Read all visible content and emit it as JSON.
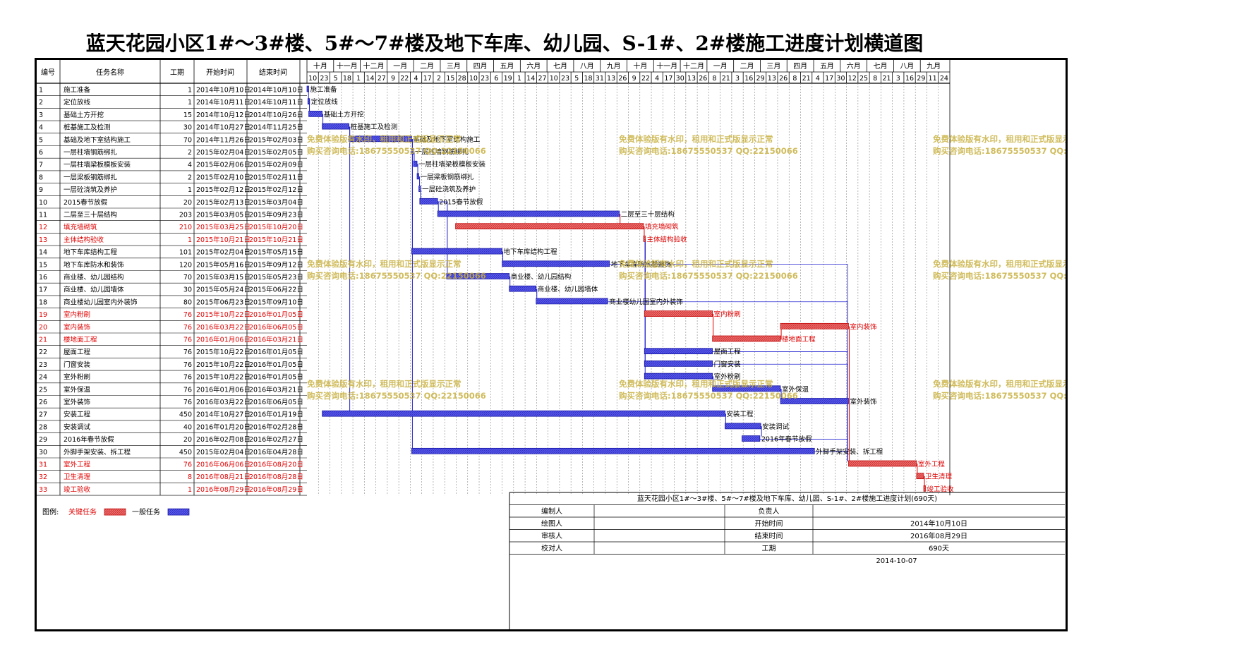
{
  "title": "蓝天花园小区1#～3#楼、5#～7#楼及地下车库、幼儿园、S-1#、2#楼施工进度计划横道图",
  "table_headers": [
    "编号",
    "任务名称",
    "工期",
    "开始时间",
    "结束时间"
  ],
  "timeline": {
    "months": [
      "十月",
      "十一月",
      "十二月",
      "一月",
      "二月",
      "三月",
      "四月",
      "五月",
      "六月",
      "七月",
      "八月",
      "九月",
      "十月",
      "十一月",
      "十二月",
      "一月",
      "二月",
      "三月",
      "四月",
      "五月",
      "六月",
      "七月",
      "八月",
      "九月"
    ],
    "day_ticks": [
      "10",
      "23",
      "5",
      "18",
      "1",
      "14",
      "27",
      "9",
      "22",
      "4",
      "17",
      "2",
      "15",
      "28",
      "10",
      "23",
      "6",
      "19",
      "1",
      "14",
      "27",
      "10",
      "23",
      "5",
      "18",
      "31",
      "13",
      "26",
      "9",
      "22",
      "4",
      "17",
      "30",
      "13",
      "26",
      "8",
      "21",
      "3",
      "16",
      "29",
      "13",
      "26",
      "8",
      "21",
      "4",
      "17",
      "30",
      "12",
      "25",
      "8",
      "21",
      "3",
      "16",
      "29",
      "11",
      "24"
    ],
    "critical_color": "#f26b6b",
    "normal_color": "#5a5af0",
    "critical_text_color": "#e00000"
  },
  "chart_data": {
    "type": "gantt",
    "x_axis": "date",
    "xlim": [
      "2014-10-10",
      "2016-09-24"
    ],
    "tasks": [
      {
        "id": "1",
        "name": "施工准备",
        "duration": "1",
        "start": "2014年10月10日",
        "end": "2014年10月10日",
        "start_iso": "2014-10-10",
        "end_iso": "2014-10-10",
        "critical": false
      },
      {
        "id": "2",
        "name": "定位放线",
        "duration": "1",
        "start": "2014年10月11日",
        "end": "2014年10月11日",
        "start_iso": "2014-10-11",
        "end_iso": "2014-10-11",
        "critical": false
      },
      {
        "id": "3",
        "name": "基础土方开挖",
        "duration": "15",
        "start": "2014年10月12日",
        "end": "2014年10月26日",
        "start_iso": "2014-10-12",
        "end_iso": "2014-10-26",
        "critical": false
      },
      {
        "id": "4",
        "name": "桩基施工及检测",
        "duration": "30",
        "start": "2014年10月27日",
        "end": "2014年11月25日",
        "start_iso": "2014-10-27",
        "end_iso": "2014-11-25",
        "critical": false
      },
      {
        "id": "5",
        "name": "基础及地下室结构施工",
        "duration": "70",
        "start": "2014年11月26日",
        "end": "2015年02月03日",
        "start_iso": "2014-11-26",
        "end_iso": "2015-02-03",
        "critical": false
      },
      {
        "id": "6",
        "name": "一层柱墙钢筋绑扎",
        "duration": "2",
        "start": "2015年02月04日",
        "end": "2015年02月05日",
        "start_iso": "2015-02-04",
        "end_iso": "2015-02-05",
        "critical": false
      },
      {
        "id": "7",
        "name": "一层柱墙梁板模板安装",
        "duration": "4",
        "start": "2015年02月06日",
        "end": "2015年02月09日",
        "start_iso": "2015-02-06",
        "end_iso": "2015-02-09",
        "critical": false
      },
      {
        "id": "8",
        "name": "一层梁板钢筋绑扎",
        "duration": "2",
        "start": "2015年02月10日",
        "end": "2015年02月11日",
        "start_iso": "2015-02-10",
        "end_iso": "2015-02-11",
        "critical": false
      },
      {
        "id": "9",
        "name": "一层砼浇筑及养护",
        "duration": "1",
        "start": "2015年02月12日",
        "end": "2015年02月12日",
        "start_iso": "2015-02-12",
        "end_iso": "2015-02-12",
        "critical": false
      },
      {
        "id": "10",
        "name": "2015春节放假",
        "duration": "20",
        "start": "2015年02月13日",
        "end": "2015年03月04日",
        "start_iso": "2015-02-13",
        "end_iso": "2015-03-04",
        "critical": false
      },
      {
        "id": "11",
        "name": "二层至三十层结构",
        "duration": "203",
        "start": "2015年03月05日",
        "end": "2015年09月23日",
        "start_iso": "2015-03-05",
        "end_iso": "2015-09-23",
        "critical": false
      },
      {
        "id": "12",
        "name": "填充墙砌筑",
        "duration": "210",
        "start": "2015年03月25日",
        "end": "2015年10月20日",
        "start_iso": "2015-03-25",
        "end_iso": "2015-10-20",
        "critical": true
      },
      {
        "id": "13",
        "name": "主体结构验收",
        "duration": "1",
        "start": "2015年10月21日",
        "end": "2015年10月21日",
        "start_iso": "2015-10-21",
        "end_iso": "2015-10-21",
        "critical": true
      },
      {
        "id": "14",
        "name": "地下车库结构工程",
        "duration": "101",
        "start": "2015年02月04日",
        "end": "2015年05月15日",
        "start_iso": "2015-02-04",
        "end_iso": "2015-05-15",
        "critical": false
      },
      {
        "id": "15",
        "name": "地下车库防水和装饰",
        "duration": "120",
        "start": "2015年05月16日",
        "end": "2015年09月12日",
        "start_iso": "2015-05-16",
        "end_iso": "2015-09-12",
        "critical": false
      },
      {
        "id": "16",
        "name": "商业楼、幼儿园结构",
        "duration": "70",
        "start": "2015年03月15日",
        "end": "2015年05月23日",
        "start_iso": "2015-03-15",
        "end_iso": "2015-05-23",
        "critical": false
      },
      {
        "id": "17",
        "name": "商业楼、幼儿园墙体",
        "duration": "30",
        "start": "2015年05月24日",
        "end": "2015年06月22日",
        "start_iso": "2015-05-24",
        "end_iso": "2015-06-22",
        "critical": false
      },
      {
        "id": "18",
        "name": "商业楼幼儿园室内外装饰",
        "duration": "80",
        "start": "2015年06月23日",
        "end": "2015年09月10日",
        "start_iso": "2015-06-23",
        "end_iso": "2015-09-10",
        "critical": false
      },
      {
        "id": "19",
        "name": "室内粉刷",
        "duration": "76",
        "start": "2015年10月22日",
        "end": "2016年01月05日",
        "start_iso": "2015-10-22",
        "end_iso": "2016-01-05",
        "critical": true
      },
      {
        "id": "20",
        "name": "室内装饰",
        "duration": "76",
        "start": "2016年03月22日",
        "end": "2016年06月05日",
        "start_iso": "2016-03-22",
        "end_iso": "2016-06-05",
        "critical": true
      },
      {
        "id": "21",
        "name": "楼地面工程",
        "duration": "76",
        "start": "2016年01月06日",
        "end": "2016年03月21日",
        "start_iso": "2016-01-06",
        "end_iso": "2016-03-21",
        "critical": true
      },
      {
        "id": "22",
        "name": "屋面工程",
        "duration": "76",
        "start": "2015年10月22日",
        "end": "2016年01月05日",
        "start_iso": "2015-10-22",
        "end_iso": "2016-01-05",
        "critical": false
      },
      {
        "id": "23",
        "name": "门窗安装",
        "duration": "76",
        "start": "2015年10月22日",
        "end": "2016年01月05日",
        "start_iso": "2015-10-22",
        "end_iso": "2016-01-05",
        "critical": false
      },
      {
        "id": "24",
        "name": "室外粉刷",
        "duration": "76",
        "start": "2015年10月22日",
        "end": "2016年01月05日",
        "start_iso": "2015-10-22",
        "end_iso": "2016-01-05",
        "critical": false
      },
      {
        "id": "25",
        "name": "室外保温",
        "duration": "76",
        "start": "2016年01月06日",
        "end": "2016年03月21日",
        "start_iso": "2016-01-06",
        "end_iso": "2016-03-21",
        "critical": false
      },
      {
        "id": "26",
        "name": "室外装饰",
        "duration": "76",
        "start": "2016年03月22日",
        "end": "2016年06月05日",
        "start_iso": "2016-03-22",
        "end_iso": "2016-06-05",
        "critical": false
      },
      {
        "id": "27",
        "name": "安装工程",
        "duration": "450",
        "start": "2014年10月27日",
        "end": "2016年01月19日",
        "start_iso": "2014-10-27",
        "end_iso": "2016-01-19",
        "critical": false
      },
      {
        "id": "28",
        "name": "安装调试",
        "duration": "40",
        "start": "2016年01月20日",
        "end": "2016年02月28日",
        "start_iso": "2016-01-20",
        "end_iso": "2016-02-28",
        "critical": false
      },
      {
        "id": "29",
        "name": "2016年春节放假",
        "duration": "20",
        "start": "2016年02月08日",
        "end": "2016年02月27日",
        "start_iso": "2016-02-08",
        "end_iso": "2016-02-27",
        "critical": false
      },
      {
        "id": "30",
        "name": "外脚手架安装、拆工程",
        "duration": "450",
        "start": "2015年02月04日",
        "end": "2016年04月28日",
        "start_iso": "2015-02-04",
        "end_iso": "2016-04-28",
        "critical": false
      },
      {
        "id": "31",
        "name": "室外工程",
        "duration": "76",
        "start": "2016年06月06日",
        "end": "2016年08月20日",
        "start_iso": "2016-06-06",
        "end_iso": "2016-08-20",
        "critical": true
      },
      {
        "id": "32",
        "name": "卫生清理",
        "duration": "8",
        "start": "2016年08月21日",
        "end": "2016年08月28日",
        "start_iso": "2016-08-21",
        "end_iso": "2016-08-28",
        "critical": true
      },
      {
        "id": "33",
        "name": "竣工验收",
        "duration": "1",
        "start": "2016年08月29日",
        "end": "2016年08月29日",
        "start_iso": "2016-08-29",
        "end_iso": "2016-08-29",
        "critical": true
      }
    ]
  },
  "watermark": {
    "line1": "免费体验版有水印，租用和正式版显示正常",
    "line2": "购买咨询电话:18675550537 QQ:22150066",
    "color": "#c8b040"
  },
  "legend": {
    "label": "图例:",
    "critical_label": "关键任务",
    "normal_label": "一般任务"
  },
  "info_block": {
    "title": "蓝天花园小区1#～3#楼、5#～7#楼及地下车库、幼儿园、S-1#、2#楼施工进度计划(690天)",
    "rows": [
      {
        "left_label": "编制人",
        "left_value": "",
        "right_label": "负责人",
        "right_value": ""
      },
      {
        "left_label": "绘图人",
        "left_value": "",
        "right_label": "开始时间",
        "right_value": "2014年10月10日"
      },
      {
        "left_label": "审核人",
        "left_value": "",
        "right_label": "结束时间",
        "right_value": "2016年08月29日"
      },
      {
        "left_label": "校对人",
        "left_value": "",
        "right_label": "工期",
        "right_value": "690天"
      }
    ],
    "date": "2014-10-07"
  }
}
